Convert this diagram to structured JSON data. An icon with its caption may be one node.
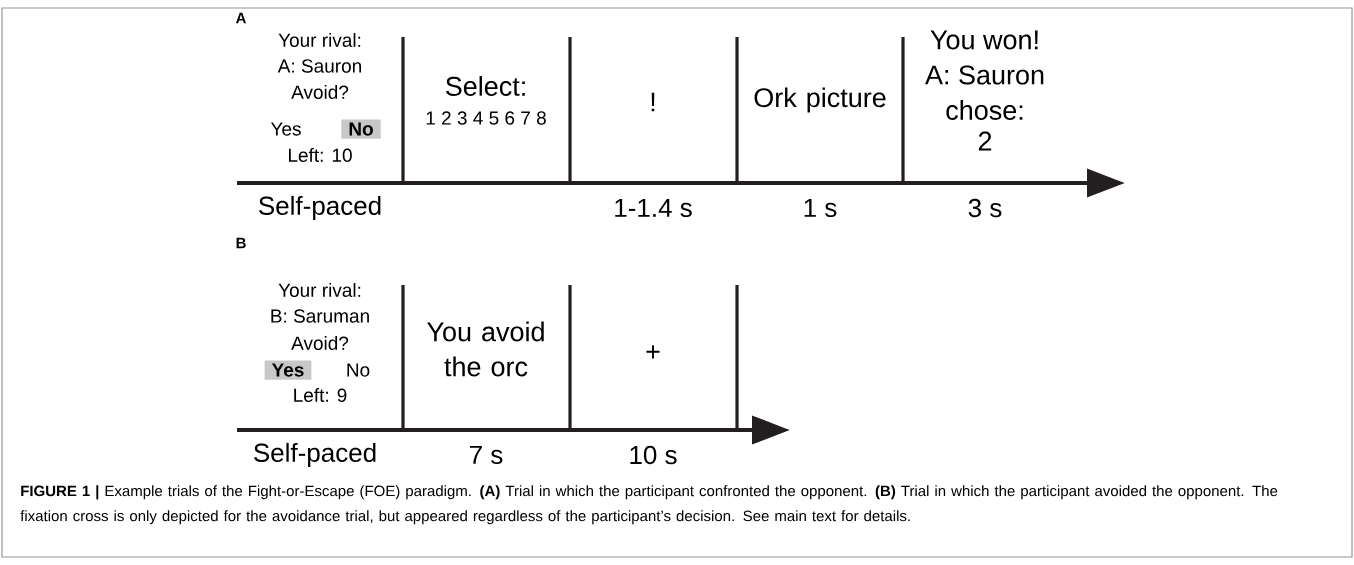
{
  "diagram": {
    "caption": "**FIGURE 1 |** Example trials of the Fight-or-Escape (FOE) paradigm. **(A)** Trial in which the participant confronted the opponent. **(B)** Trial in which the participant avoided the opponent. The fixation cross is only depicted for the avoidance trial, but appeared regardless of the participant’s decision. See main text for details.",
    "nodes": [
      {
        "text": [
          "No"
        ]
      },
      {
        "text": [
          "Yes"
        ]
      }
    ],
    "labels": [
      "A",
      "Your rival:",
      "A: Sauron",
      "Avoid?",
      "Yes",
      "Left: 10",
      "Select:",
      "1 2 3 4 5 6 7 8",
      "!",
      "Ork picture",
      "You won!",
      "A: Sauron",
      "chose:",
      "2",
      "Self-paced",
      "1-1.4 s",
      "1 s",
      "3 s",
      "B",
      "Your rival:",
      "B: Saruman",
      "Avoid?",
      "No",
      "Left: 9",
      "You avoid the orc",
      "+",
      "Self-paced",
      "7 s",
      "10 s"
    ]
  }
}
